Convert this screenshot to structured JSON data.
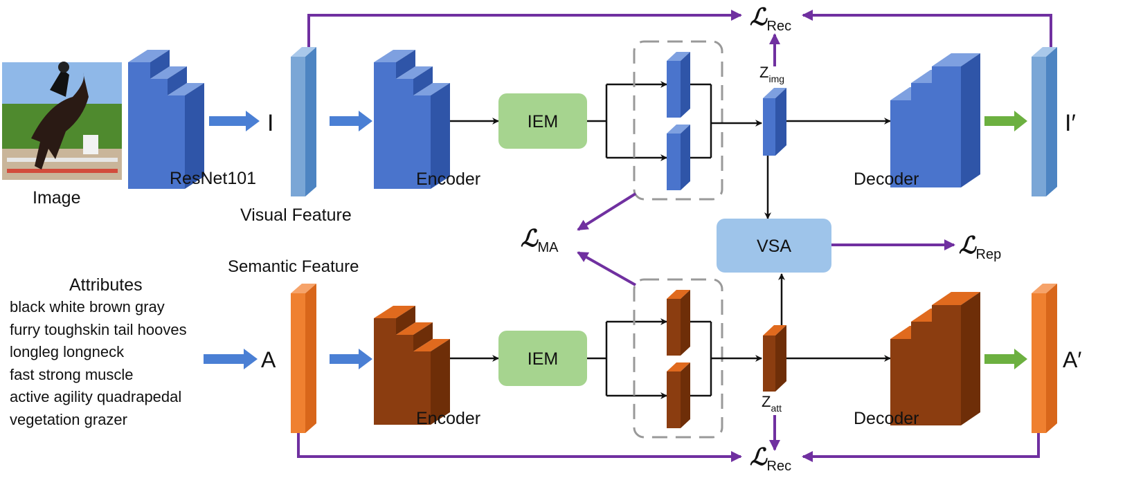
{
  "labels": {
    "image": "Image",
    "resnet": "ResNet101",
    "visual_feature": "Visual Feature",
    "semantic_feature": "Semantic Feature",
    "encoder_top": "Encoder",
    "encoder_bottom": "Encoder",
    "decoder_top": "Decoder",
    "decoder_bottom": "Decoder",
    "iem_top": "IEM",
    "iem_bottom": "IEM",
    "vsa": "VSA",
    "var_I": "I",
    "var_I_prime": "I′",
    "var_A": "A",
    "var_A_prime": "A′",
    "z_img_main": "Z",
    "z_img_sub": "img",
    "z_att_main": "Z",
    "z_att_sub": "att"
  },
  "losses": {
    "rec_top": {
      "main": "ℒ",
      "sub": "Rec"
    },
    "rec_bottom": {
      "main": "ℒ",
      "sub": "Rec"
    },
    "ma": {
      "main": "ℒ",
      "sub": "MA"
    },
    "rep": {
      "main": "ℒ",
      "sub": "Rep"
    }
  },
  "attributes": {
    "title": "Attributes",
    "items": [
      "black white brown gray",
      "furry toughskin tail hooves",
      "longleg longneck",
      "fast strong muscle",
      "active agility quadrapedal",
      "vegetation grazer"
    ]
  },
  "colors": {
    "image_blue": "#4a74cc",
    "image_blue_top": "#7ea0e0",
    "image_blue_side": "#2f55a8",
    "feature_blue": "#7aa6d6",
    "feature_blue_side": "#4d84c2",
    "semantic_orange": "#ef8030",
    "semantic_orange_side": "#d8661a",
    "brown": "#8b3d10",
    "brown_top": "#e06a1e",
    "brown_side": "#6e2e08",
    "iem_green": "#a6d48f",
    "vsa_blue": "#9ec4ea",
    "purple": "#7030a0",
    "arrow_blue": "#4a7fd4",
    "arrow_green": "#6cb040"
  }
}
